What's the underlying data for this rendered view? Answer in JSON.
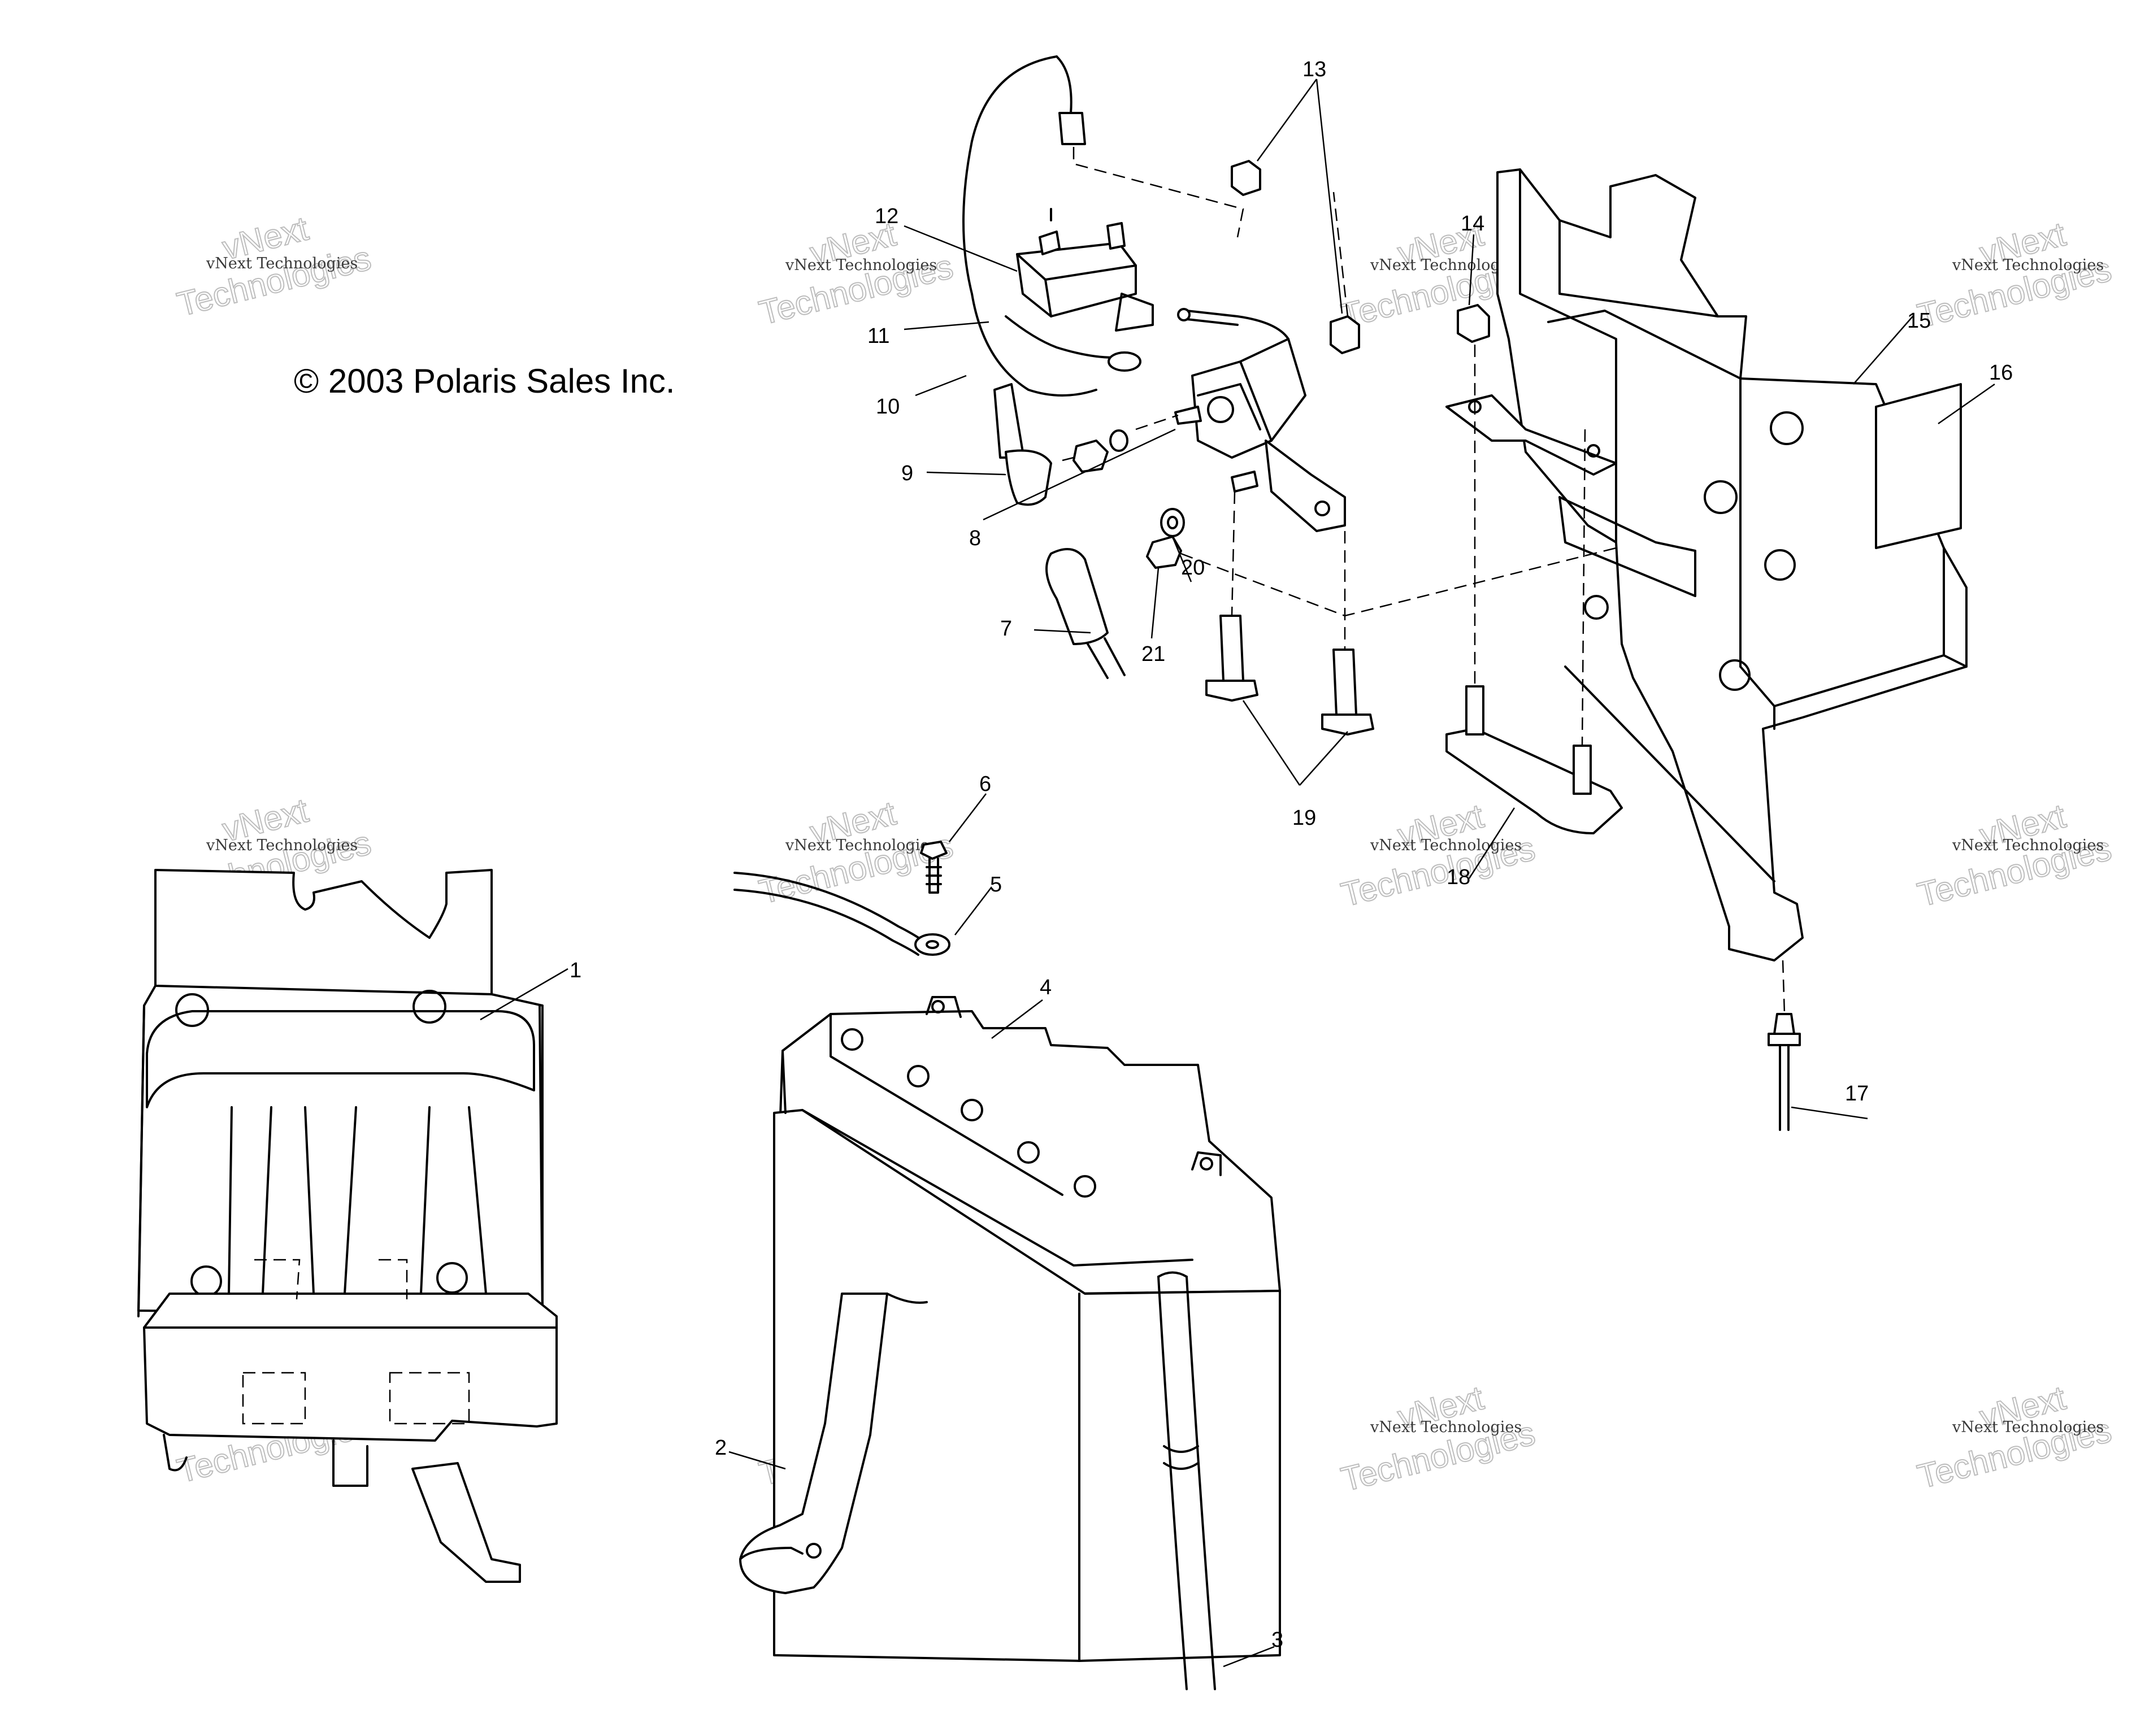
{
  "copyright": "© 2003 Polaris Sales Inc.",
  "watermark": {
    "line1": "vNext Technologies",
    "line2_a": "vNext",
    "line2_b": "Technologies"
  },
  "callouts": [
    "1",
    "2",
    "3",
    "4",
    "5",
    "6",
    "7",
    "8",
    "9",
    "10",
    "11",
    "12",
    "13",
    "14",
    "15",
    "16",
    "17",
    "18",
    "19",
    "20",
    "21"
  ],
  "colors": {
    "ink": "#000000",
    "paper": "#ffffff",
    "watermark": "#bdbdbd"
  }
}
